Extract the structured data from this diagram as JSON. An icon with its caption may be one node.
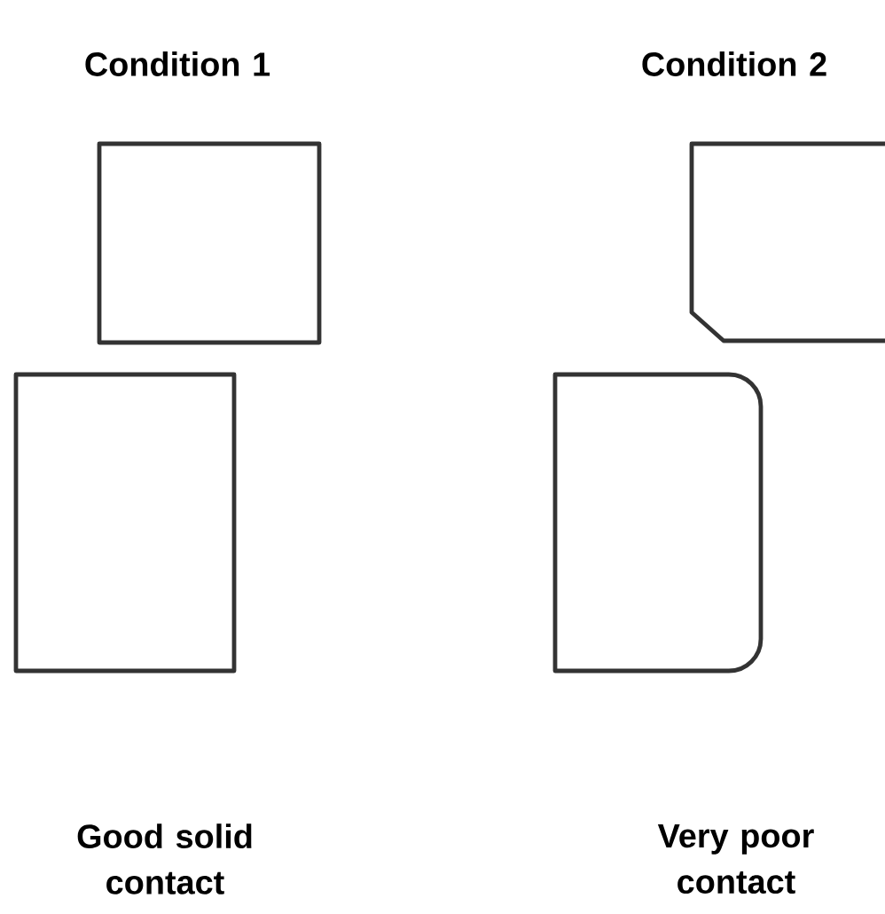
{
  "diagram": {
    "labels": [
      "Condition 1",
      "Condition 2",
      "Good solid contact",
      "Very poor contact"
    ]
  }
}
